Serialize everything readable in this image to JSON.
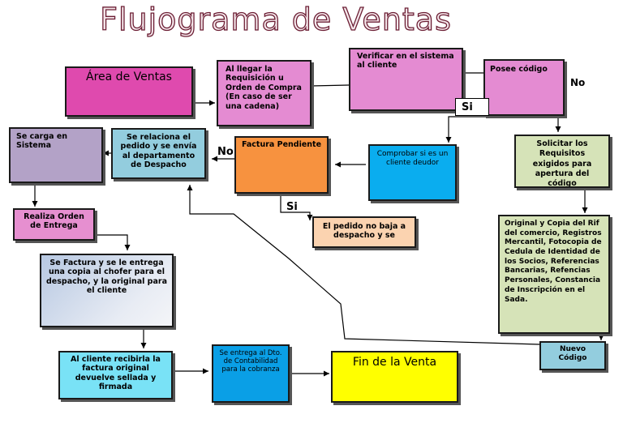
{
  "title": "Flujograma de Ventas",
  "nodes": {
    "area_ventas": "Área de Ventas",
    "requisicion": "Al llegar la Requisición u Orden de Compra (En caso de ser una cadena)",
    "verificar": "Verificar en el sistema al cliente",
    "posee_codigo": "Posee código",
    "solicitar": "Solicitar los Requisitos exigidos para apertura del código",
    "requisitos": "Original y Copia del Rif del comercio, Registros Mercantil, Fotocopia de Cedula de Identidad de los Socios, Referencias Bancarias, Refencias Personales, Constancia de Inscripción en el Sada.",
    "nuevo_codigo": "Nuevo Código",
    "comprobar": "Comprobar si es un cliente deudor",
    "factura_pendiente": "Factura Pendiente",
    "no_baja": "El pedido no baja a despacho y se",
    "relaciona": "Se relaciona el pedido y se envía al departamento de Despacho",
    "carga": "Se carga en Sistema",
    "realiza": "Realiza Orden de Entrega",
    "factura": "Se Factura  y se le entrega una copia  al chofer para el despacho, y la original para el cliente",
    "cliente": "Al cliente recibirla la factura original devuelve sellada y firmada",
    "entrega_dto": "Se entrega al Dto. de Contabilidad para la cobranza",
    "fin": "Fin de la Venta"
  },
  "labels": {
    "si_1": "Si",
    "no_1": "No",
    "no_2": "No",
    "si_2": "Si"
  },
  "colors": {
    "magenta": "#df4aae",
    "orchid": "#e48bd2",
    "sage": "#d6e3b8",
    "sky": "#0aadef",
    "orange": "#f7923f",
    "peach": "#fbd3b0",
    "lightblue": "#93cdde",
    "lavender": "#b3a2c7",
    "pink": "#e68fd0",
    "cyan": "#79e2f6",
    "blue": "#0a9fe6",
    "yellow": "#ffff00",
    "title_stroke": "#6b1d33"
  }
}
